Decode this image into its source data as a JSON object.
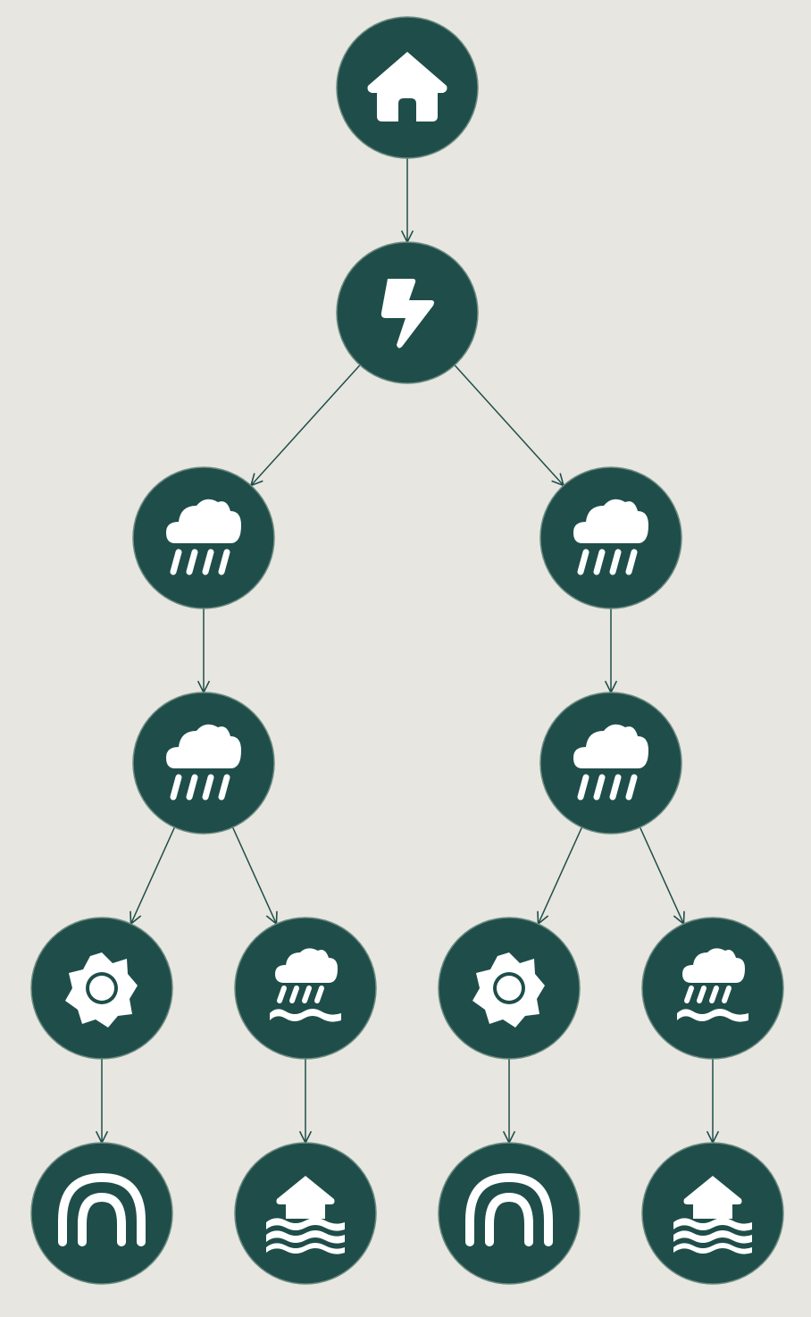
{
  "colors": {
    "background": "#e8e6e0",
    "node_fill": "#1f4e4a",
    "node_stroke": "#6a8a80",
    "edge": "#1f4e4a",
    "icon": "#ffffff"
  },
  "nodes": [
    {
      "id": "n1",
      "icon": "home-icon"
    },
    {
      "id": "n2",
      "icon": "lightning-icon"
    },
    {
      "id": "n3",
      "icon": "rain-icon"
    },
    {
      "id": "n4",
      "icon": "rain-icon"
    },
    {
      "id": "n5",
      "icon": "rain-icon"
    },
    {
      "id": "n6",
      "icon": "rain-icon"
    },
    {
      "id": "n7",
      "icon": "sun-icon"
    },
    {
      "id": "n8",
      "icon": "storm-flood-icon"
    },
    {
      "id": "n9",
      "icon": "sun-icon"
    },
    {
      "id": "n10",
      "icon": "storm-flood-icon"
    },
    {
      "id": "n11",
      "icon": "rainbow-icon"
    },
    {
      "id": "n12",
      "icon": "house-flood-icon"
    },
    {
      "id": "n13",
      "icon": "rainbow-icon"
    },
    {
      "id": "n14",
      "icon": "house-flood-icon"
    }
  ],
  "edges": [
    {
      "from": "n1",
      "to": "n2"
    },
    {
      "from": "n2",
      "to": "n3"
    },
    {
      "from": "n2",
      "to": "n4"
    },
    {
      "from": "n3",
      "to": "n5"
    },
    {
      "from": "n4",
      "to": "n6"
    },
    {
      "from": "n5",
      "to": "n7"
    },
    {
      "from": "n5",
      "to": "n8"
    },
    {
      "from": "n6",
      "to": "n9"
    },
    {
      "from": "n6",
      "to": "n10"
    },
    {
      "from": "n7",
      "to": "n11"
    },
    {
      "from": "n8",
      "to": "n12"
    },
    {
      "from": "n9",
      "to": "n13"
    },
    {
      "from": "n10",
      "to": "n14"
    }
  ]
}
